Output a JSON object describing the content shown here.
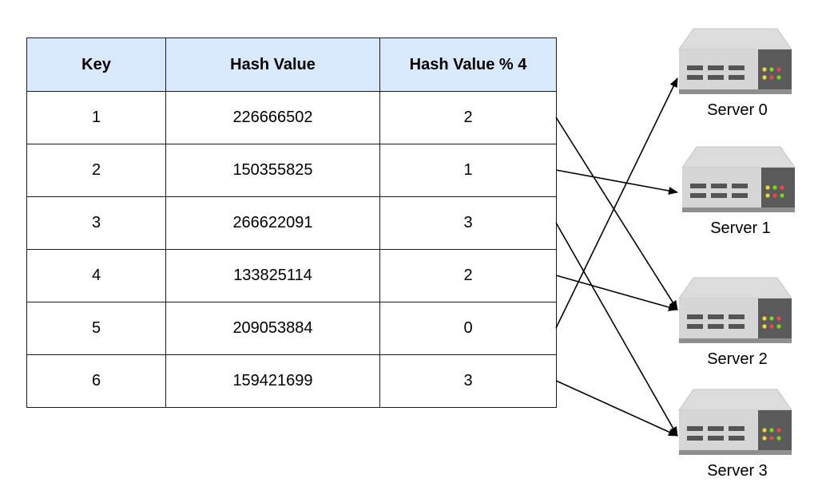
{
  "table": {
    "headers": [
      "Key",
      "Hash Value",
      "Hash Value % 4"
    ],
    "rows": [
      [
        "1",
        "226666502",
        "2"
      ],
      [
        "2",
        "150355825",
        "1"
      ],
      [
        "3",
        "266622091",
        "3"
      ],
      [
        "4",
        "133825114",
        "2"
      ],
      [
        "5",
        "209053884",
        "0"
      ],
      [
        "6",
        "159421699",
        "3"
      ]
    ]
  },
  "servers": [
    {
      "label": "Server 0"
    },
    {
      "label": "Server 1"
    },
    {
      "label": "Server 2"
    },
    {
      "label": "Server 3"
    }
  ],
  "mappings": [
    {
      "row": 1,
      "server": 2
    },
    {
      "row": 2,
      "server": 1
    },
    {
      "row": 3,
      "server": 3
    },
    {
      "row": 4,
      "server": 2
    },
    {
      "row": 5,
      "server": 0
    },
    {
      "row": 6,
      "server": 3
    }
  ]
}
